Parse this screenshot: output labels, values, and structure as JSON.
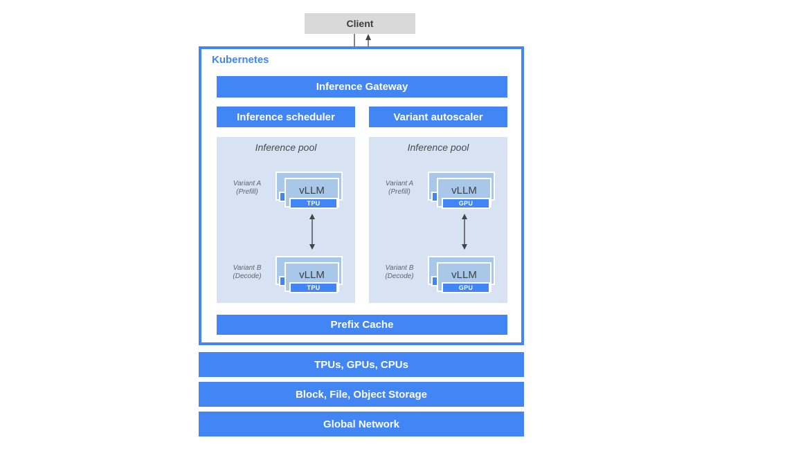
{
  "diagram": {
    "client": {
      "label": "Client"
    },
    "kubernetes": {
      "label": "Kubernetes",
      "gateway": "Inference Gateway",
      "scheduler": "Inference scheduler",
      "autoscaler": "Variant autoscaler",
      "prefix_cache": "Prefix Cache",
      "pools": [
        {
          "title": "Inference pool",
          "variant_a": {
            "name": "Variant A",
            "role": "(Prefill)",
            "engine": "vLLM",
            "chip": "TPU"
          },
          "variant_b": {
            "name": "Variant B",
            "role": "(Decode)",
            "engine": "vLLM",
            "chip": "TPU"
          }
        },
        {
          "title": "Inference pool",
          "variant_a": {
            "name": "Variant A",
            "role": "(Prefill)",
            "engine": "vLLM",
            "chip": "GPU"
          },
          "variant_b": {
            "name": "Variant B",
            "role": "(Decode)",
            "engine": "vLLM",
            "chip": "GPU"
          }
        }
      ]
    },
    "infrastructure": {
      "compute": "TPUs, GPUs, CPUs",
      "storage": "Block, File, Object Storage",
      "network": "Global Network"
    },
    "colors": {
      "accent_blue": "#4285f4",
      "card_blue": "#a9c7e8",
      "pool_bg": "#d7e3f3",
      "client_gray": "#d9d9d9",
      "arrow_gray": "#444444"
    }
  }
}
